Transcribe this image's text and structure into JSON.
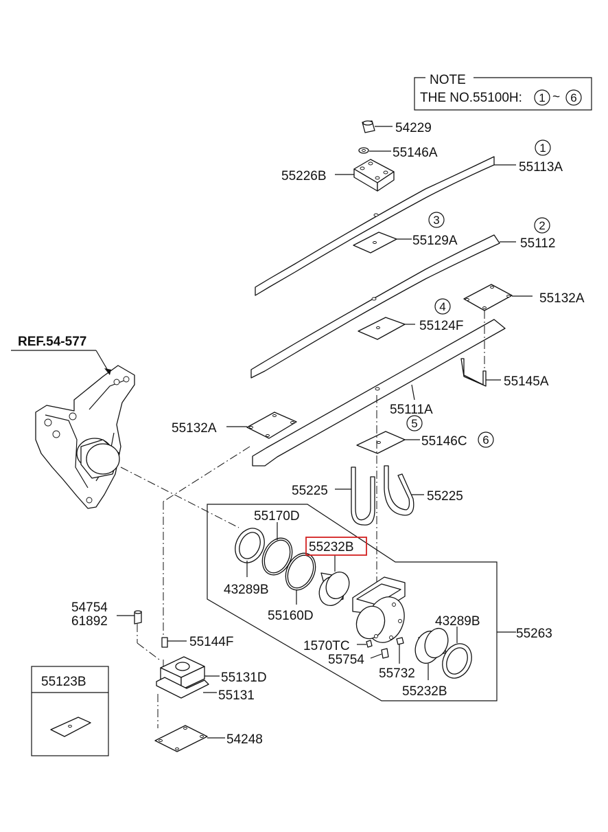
{
  "note": {
    "heading": "NOTE",
    "text": "THE NO.55100H:",
    "range_start": "1",
    "range_sep": "~",
    "range_end": "6"
  },
  "ref_label": "REF.54-577",
  "labels": [
    {
      "id": "54229",
      "text": "54229"
    },
    {
      "id": "55146A",
      "text": "55146A"
    },
    {
      "id": "55226B",
      "text": "55226B"
    },
    {
      "id": "55113A",
      "text": "55113A"
    },
    {
      "id": "55129A",
      "text": "55129A"
    },
    {
      "id": "55112",
      "text": "55112"
    },
    {
      "id": "55132A-top",
      "text": "55132A"
    },
    {
      "id": "55124F",
      "text": "55124F"
    },
    {
      "id": "55145A",
      "text": "55145A"
    },
    {
      "id": "55111A",
      "text": "55111A"
    },
    {
      "id": "55132A-left",
      "text": "55132A"
    },
    {
      "id": "55146C",
      "text": "55146C"
    },
    {
      "id": "55225-left",
      "text": "55225"
    },
    {
      "id": "55225-right",
      "text": "55225"
    },
    {
      "id": "55170D",
      "text": "55170D"
    },
    {
      "id": "55232B-top",
      "text": "55232B"
    },
    {
      "id": "43289B-left",
      "text": "43289B"
    },
    {
      "id": "55160D",
      "text": "55160D"
    },
    {
      "id": "43289B-right",
      "text": "43289B"
    },
    {
      "id": "55263",
      "text": "55263"
    },
    {
      "id": "1570TC",
      "text": "1570TC"
    },
    {
      "id": "55754",
      "text": "55754"
    },
    {
      "id": "55732",
      "text": "55732"
    },
    {
      "id": "55232B-bottom",
      "text": "55232B"
    },
    {
      "id": "54754",
      "text": "54754"
    },
    {
      "id": "61892",
      "text": "61892"
    },
    {
      "id": "55144F",
      "text": "55144F"
    },
    {
      "id": "55131D",
      "text": "55131D"
    },
    {
      "id": "55131",
      "text": "55131"
    },
    {
      "id": "54248",
      "text": "54248"
    },
    {
      "id": "55123B",
      "text": "55123B"
    }
  ],
  "callouts": {
    "c1": "1",
    "c2": "2",
    "c3": "3",
    "c4": "4",
    "c5": "5",
    "c6": "6"
  },
  "highlighted_label": "55232B",
  "highlight_color": "#d32020"
}
